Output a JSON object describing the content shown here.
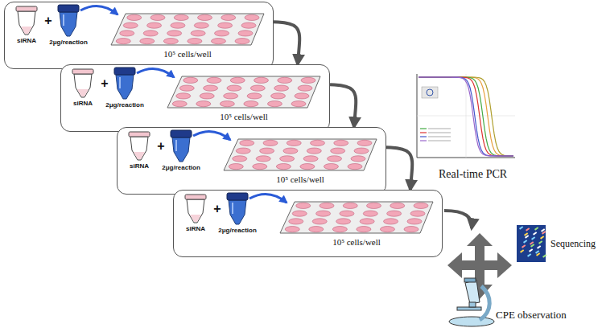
{
  "diagram": {
    "nodes": [
      {
        "text": [
          "siRNA",
          "+",
          "2μg/reaction",
          "10⁵ cells/well"
        ]
      },
      {
        "text": [
          "siRNA",
          "+",
          "2μg/reaction",
          "10⁵ cells/well"
        ]
      },
      {
        "text": [
          "siRNA",
          "+",
          "2μg/reaction",
          "10⁵ cells/well"
        ]
      },
      {
        "text": [
          "siRNA",
          "+",
          "2μg/reaction",
          "10⁵ cells/well"
        ]
      }
    ],
    "edges": [
      {
        "from": 0,
        "to": 1,
        "arrow": "to"
      },
      {
        "from": 1,
        "to": 2,
        "arrow": "to"
      },
      {
        "from": 2,
        "to": 3,
        "arrow": "to"
      }
    ],
    "labels": [
      "Real-time PCR",
      "Sequencing",
      "CPE observation"
    ]
  }
}
